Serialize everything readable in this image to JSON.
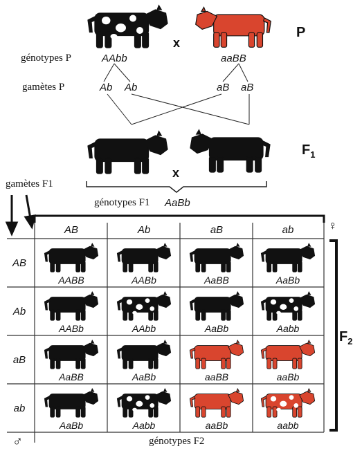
{
  "parents": {
    "generation_label": "P",
    "cross_symbol": "x",
    "genotypes_label": "génotypes P",
    "gametes_label": "gamètes P",
    "left_genotype": "AAbb",
    "right_genotype": "aaBB",
    "left_gametes": [
      "Ab",
      "Ab"
    ],
    "right_gametes": [
      "aB",
      "aB"
    ],
    "left_cow": "black-and-white cow",
    "right_cow": "red cow"
  },
  "f1": {
    "generation_label": "F",
    "generation_sub": "1",
    "cross_symbol": "x",
    "genotypes_label": "génotypes F1",
    "genotype": "AaBb",
    "gametes_label": "gamètes F1"
  },
  "f2": {
    "generation_label": "F",
    "generation_sub": "2",
    "female_symbol": "♀",
    "male_symbol": "♂",
    "genotypes_label": "génotypes F2",
    "col_headers": [
      "AB",
      "Ab",
      "aB",
      "ab"
    ],
    "row_headers": [
      "AB",
      "Ab",
      "aB",
      "ab"
    ],
    "grid": [
      [
        {
          "g": "AABB",
          "c": "black"
        },
        {
          "g": "AABb",
          "c": "black"
        },
        {
          "g": "AaBB",
          "c": "black"
        },
        {
          "g": "AaBb",
          "c": "black"
        }
      ],
      [
        {
          "g": "AABb",
          "c": "black"
        },
        {
          "g": "AAbb",
          "c": "spotted"
        },
        {
          "g": "AaBb",
          "c": "black"
        },
        {
          "g": "Aabb",
          "c": "spotted"
        }
      ],
      [
        {
          "g": "AaBB",
          "c": "black"
        },
        {
          "g": "AaBb",
          "c": "black"
        },
        {
          "g": "aaBB",
          "c": "red"
        },
        {
          "g": "aaBb",
          "c": "red"
        }
      ],
      [
        {
          "g": "AaBb",
          "c": "black"
        },
        {
          "g": "Aabb",
          "c": "spotted"
        },
        {
          "g": "aaBb",
          "c": "red"
        },
        {
          "g": "aabb",
          "c": "redspotted"
        }
      ]
    ]
  },
  "colors": {
    "black": "#111111",
    "red": "#d9452e",
    "white": "#ffffff"
  }
}
